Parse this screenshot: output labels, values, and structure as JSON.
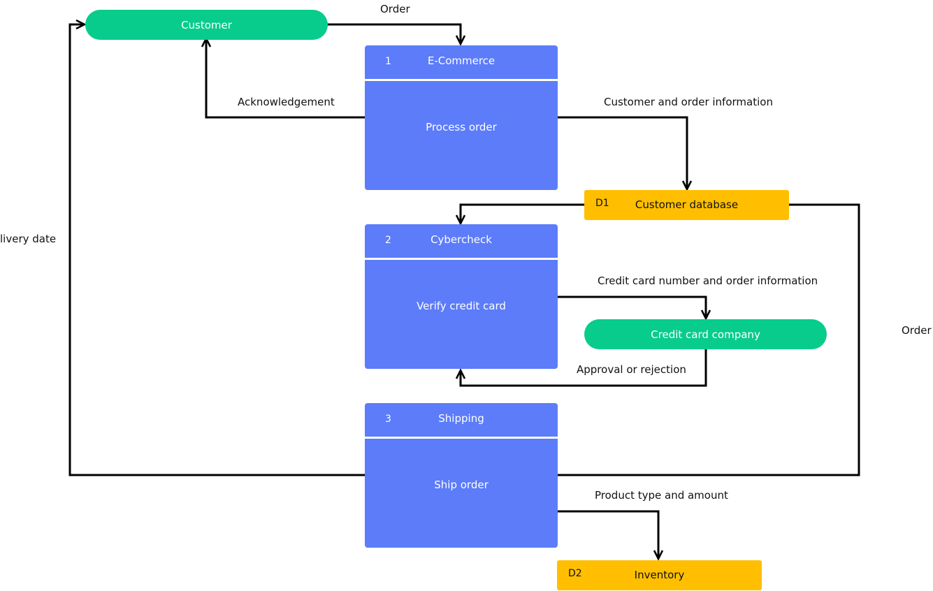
{
  "colors": {
    "process": "#5c7cfa",
    "external": "#08cc8c",
    "store": "#ffbf00",
    "edge": "#000000"
  },
  "externals": {
    "customer": "Customer",
    "credit_card_company": "Credit card company"
  },
  "processes": [
    {
      "number": "1",
      "title": "E-Commerce",
      "action": "Process order"
    },
    {
      "number": "2",
      "title": "Cybercheck",
      "action": "Verify credit card"
    },
    {
      "number": "3",
      "title": "Shipping",
      "action": "Ship order"
    }
  ],
  "stores": [
    {
      "id": "D1",
      "name": "Customer database"
    },
    {
      "id": "D2",
      "name": "Inventory"
    }
  ],
  "flows": {
    "order_in": "Order",
    "acknowledgement": "Acknowledgement",
    "customer_order_info": "Customer and order information",
    "credit_card_info": "Credit card number and order information",
    "approval": "Approval or rejection",
    "order_to_shipping": "Order",
    "delivery_date": "livery date",
    "product_type": "Product type and amount"
  }
}
